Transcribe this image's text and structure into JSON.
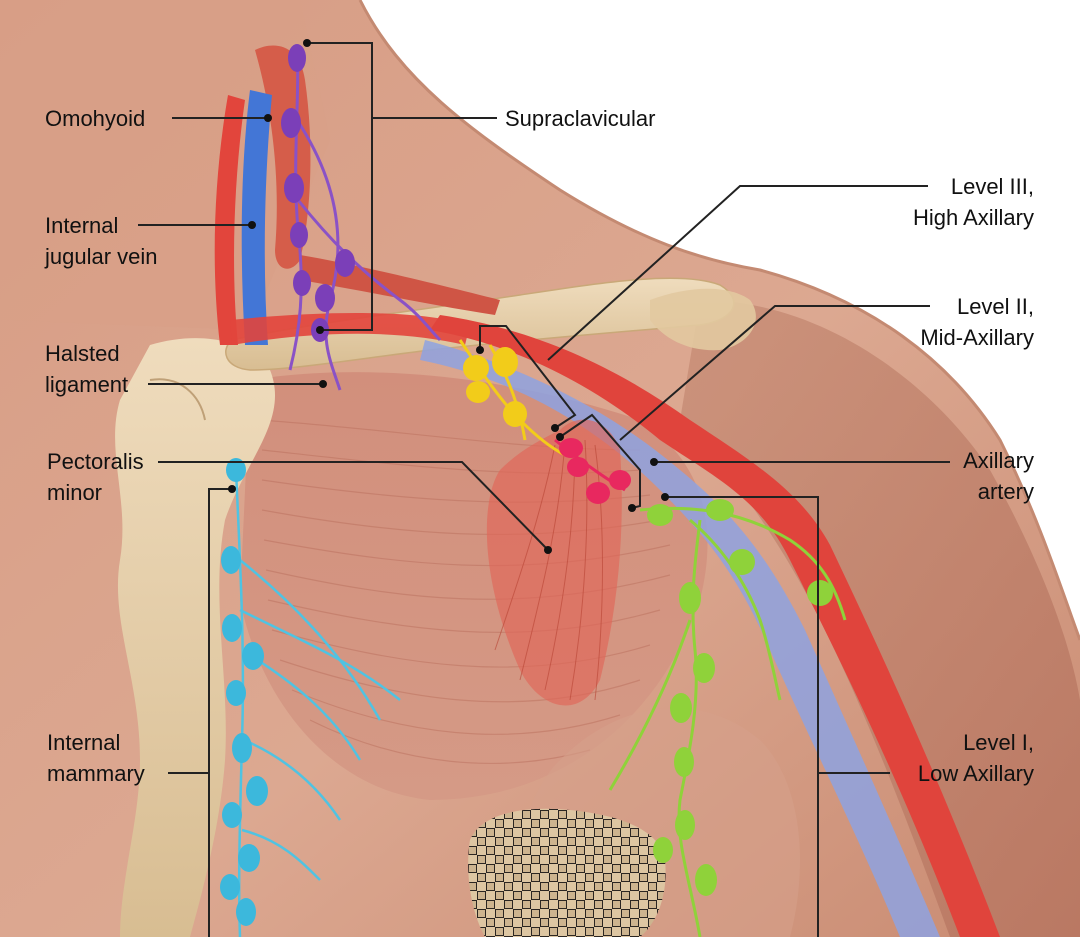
{
  "labels": {
    "omohyoid": "Omohyoid",
    "internal_jugular_vein": [
      "Internal",
      "jugular vein"
    ],
    "supraclavicular": "Supraclavicular",
    "level_iii": [
      "Level III,",
      "High Axillary"
    ],
    "level_ii": [
      "Level II,",
      "Mid-Axillary"
    ],
    "halsted_ligament": [
      "Halsted",
      "ligament"
    ],
    "pectoralis_minor": [
      "Pectoralis",
      "minor"
    ],
    "axillary_artery": [
      "Axillary",
      "artery"
    ],
    "internal_mammary": [
      "Internal",
      "mammary"
    ],
    "level_i": [
      "Level I,",
      "Low Axillary"
    ]
  },
  "colors": {
    "background": "#ffffff",
    "skin": "#d9a28a",
    "muscle": "#cf7a66",
    "bone": "#e6cfa8",
    "artery": "#e0443c",
    "vein": "#3f6fd1",
    "supraclavicular_nodes": "#7b3fb8",
    "level_iii_nodes": "#f2cc1a",
    "level_ii_nodes": "#e8285f",
    "level_i_nodes": "#8fd23a",
    "internal_mammary_nodes": "#3cb8dc",
    "leader_lines": "#222222"
  }
}
